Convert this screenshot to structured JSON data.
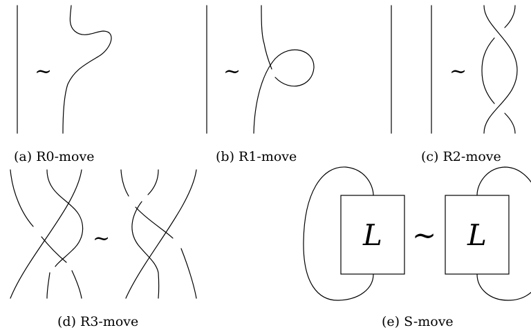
{
  "equivalence_symbol": "~",
  "panels": {
    "a": {
      "caption": "(a) R0-move"
    },
    "b": {
      "caption": "(b) R1-move"
    },
    "c": {
      "caption": "(c) R2-move"
    },
    "d": {
      "caption": "(d) R3-move"
    },
    "e": {
      "caption": "(e) S-move",
      "box_label_left": "L",
      "box_label_right": "L"
    }
  }
}
